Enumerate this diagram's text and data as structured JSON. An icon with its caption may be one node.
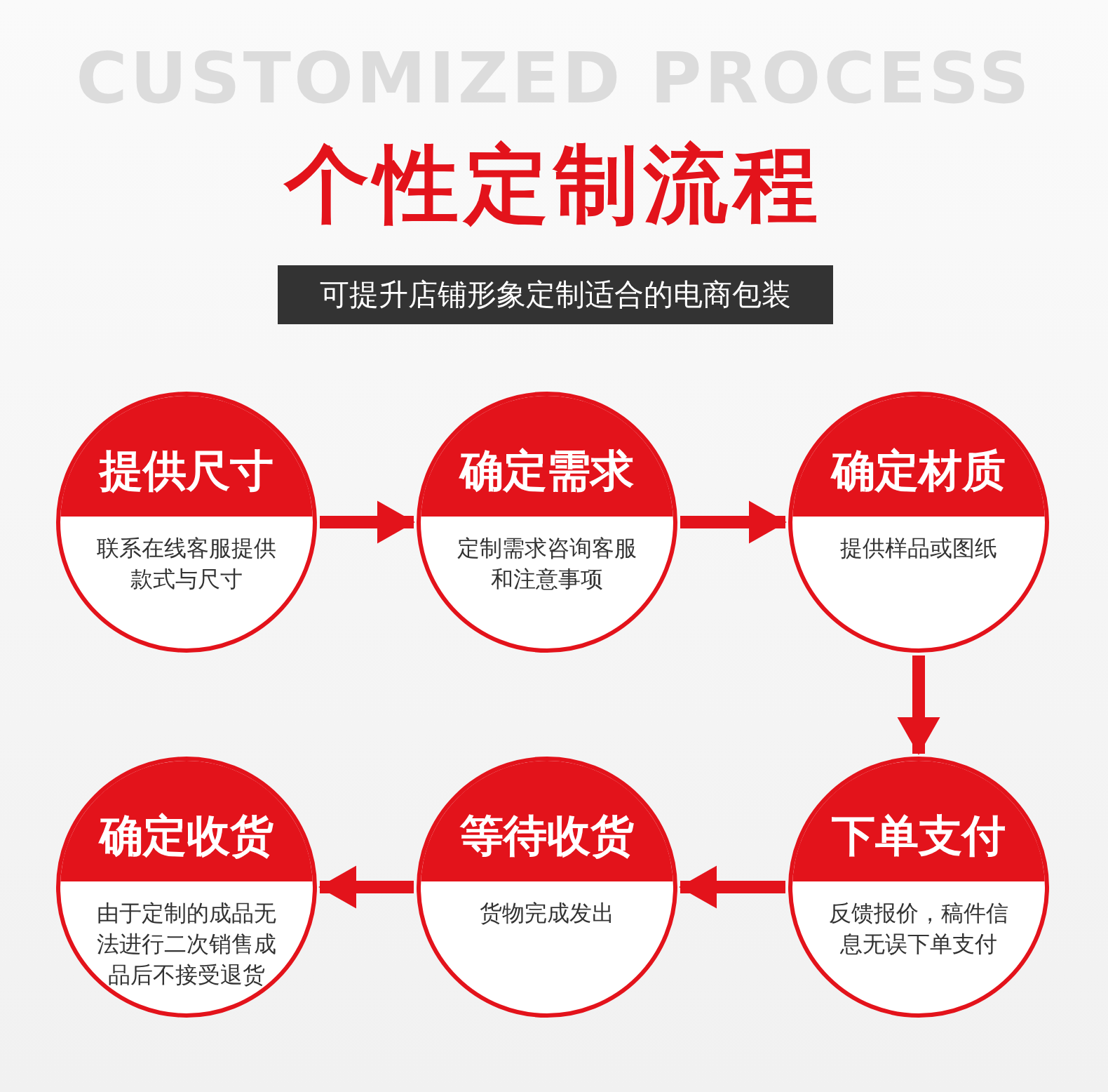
{
  "diagram": {
    "title": "个性定制流程",
    "nodes": [
      {
        "text": [
          "提供尺寸",
          "联系在线客服提供款式与尺寸"
        ]
      },
      {
        "text": [
          "确定需求",
          "定制需求咨询客服和注意事项"
        ]
      },
      {
        "text": [
          "确定材质",
          "提供样品或图纸"
        ]
      },
      {
        "text": [
          "确定收货",
          "由于定制的成品无法进行二次销售成品后不接受退货"
        ]
      },
      {
        "text": [
          "等待收货",
          "货物完成发出"
        ]
      },
      {
        "text": [
          "下单支付",
          "反馈报价，稿件信息无误下单支付"
        ]
      }
    ],
    "edges": [
      {
        "from": 0,
        "to": 1,
        "arrow": "to"
      },
      {
        "from": 1,
        "to": 2,
        "arrow": "to"
      },
      {
        "from": 2,
        "to": 5,
        "arrow": "to"
      },
      {
        "from": 5,
        "to": 4,
        "arrow": "to"
      },
      {
        "from": 4,
        "to": 3,
        "arrow": "to"
      }
    ],
    "labels": [
      "CUSTOMIZED PROCESS",
      "可提升店铺形象定制适合的电商包装"
    ]
  }
}
